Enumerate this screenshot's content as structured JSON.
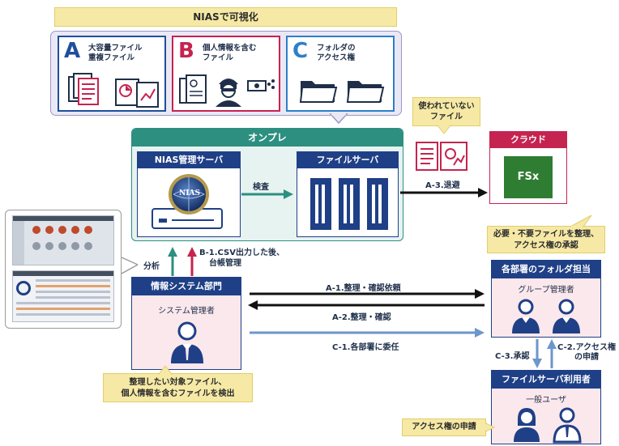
{
  "nias_banner": "NIASで可視化",
  "categories": [
    {
      "letter": "A",
      "title_line1": "大容量ファイル",
      "title_line2": "重複ファイル",
      "color": "#1d4f9c"
    },
    {
      "letter": "B",
      "title_line1": "個人情報を含む",
      "title_line2": "ファイル",
      "color": "#c4244f"
    },
    {
      "letter": "C",
      "title_line1": "フォルダの",
      "title_line2": "アクセス権",
      "color": "#2d7fc9"
    }
  ],
  "unused_note": {
    "line1": "使われていない",
    "line2": "ファイル"
  },
  "onprem_title": "オンプレ",
  "nias_server": {
    "title": "NIAS管理サーバ",
    "logo_text": "NIAS"
  },
  "file_server": {
    "title": "ファイルサーバ"
  },
  "cloud": {
    "title": "クラウド",
    "logo_text": "FSx"
  },
  "arrows": {
    "inspect": "検査",
    "a3": "A-3.退避",
    "analysis": "分析",
    "b1_line1": "B-1.CSV出力した後、",
    "b1_line2": "台帳管理",
    "a1": "A-1.整理・確認依頼",
    "a2": "A-2.整理・確認",
    "c1": "C-1.各部署に委任",
    "c3": "C-3.承認",
    "c2_line1": "C-2.アクセス権",
    "c2_line2": "の申請"
  },
  "info_dept": {
    "title": "情報システム部門",
    "role": "システム管理者"
  },
  "info_note": {
    "line1": "整理したい対象ファイル、",
    "line2": "個人情報を含むファイルを検出"
  },
  "folder_owner": {
    "title": "各部署のフォルダ担当",
    "role": "グループ管理者"
  },
  "folder_note": {
    "line1": "必要・不要ファイルを整理、",
    "line2": "アクセス権の承認"
  },
  "file_user": {
    "title": "ファイルサーバ利用者",
    "role": "一般ユーザ"
  },
  "user_note": "アクセス権の申請",
  "colors": {
    "navy": "#1f3f86",
    "pink": "#c4244f",
    "teal": "#2c8f80",
    "arrow_blue": "#6c96cc",
    "note": "#f6e9a6"
  }
}
